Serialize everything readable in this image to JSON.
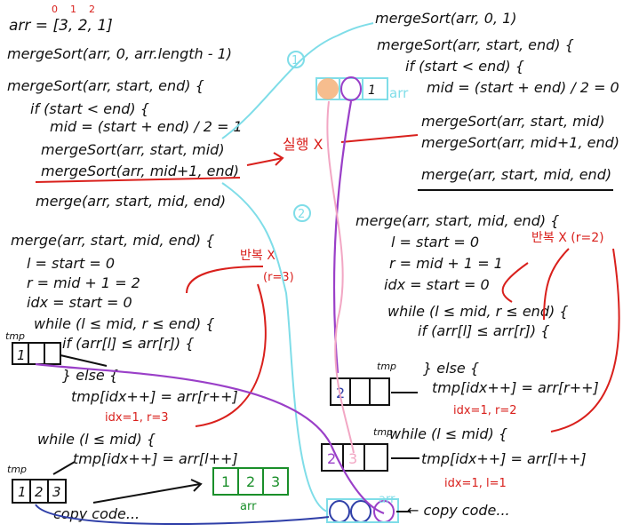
{
  "left": {
    "arr_line": "arr = [3, 2, 1]",
    "idx_labels": [
      "0",
      "1",
      "2"
    ],
    "call1": "mergeSort(arr, 0, arr.length - 1)",
    "fn_sig": "mergeSort(arr, start, end) {",
    "if_line": "if (start < end) {",
    "mid_line": "mid = (start + end) / 2 = 1",
    "rec1": "mergeSort(arr, start, mid)",
    "rec2": "mergeSort(arr, mid+1, end)",
    "merge_call": "merge(arr, start, mid, end)",
    "merge_sig": "merge(arr, start, mid, end) {",
    "l_line": "l = start = 0",
    "r_line": "r = mid + 1 = 2",
    "idx_line": "idx = start = 0",
    "while_line": "while (l ≤ mid, r ≤ end) {",
    "if_cmp": "if (arr[l] ≤ arr[r]) {",
    "else_line": "} else {",
    "tmp_assign": "tmp[idx++] = arr[r++]",
    "while2": "while (l ≤ mid) {",
    "tmp_assign2": "tmp[idx++] = arr[l++]",
    "copy": "copy code...",
    "tmp_label": "tmp",
    "tmp_top_vals": [
      "1",
      "",
      ""
    ],
    "tmp_bottom_vals": [
      "1",
      "2",
      "3"
    ],
    "arr_label": "arr",
    "arr_box_vals": [
      "1",
      "2",
      "3"
    ]
  },
  "right": {
    "call": "mergeSort(arr, 0, 1)",
    "fn_sig": "mergeSort(arr, start, end) {",
    "if_line": "if (start < end) {",
    "mid_line": "mid = (start + end) / 2 = 0",
    "rec1": "mergeSort(arr, start, mid)",
    "rec2": "mergeSort(arr, mid+1, end)",
    "merge_call": "merge(arr, start, mid, end)",
    "merge_sig": "merge(arr, start, mid, end) {",
    "l_line": "l = start = 0",
    "r_line": "r = mid + 1 = 1",
    "idx_line": "idx = start = 0",
    "while_line": "while (l ≤ mid, r ≤ end) {",
    "if_cmp": "if (arr[l] ≤ arr[r]) {",
    "else_line": "} else {",
    "tmp_assign": "tmp[idx++] = arr[r++]",
    "while2": "while (l ≤ mid) {",
    "tmp_assign2": "tmp[idx++] = arr[l++]",
    "copy": "← copy code...",
    "tmp_label": "tmp",
    "arr_label": "arr",
    "arr_top_val": "1",
    "tmp_box1": [
      "2",
      "",
      ""
    ],
    "tmp_box2": [
      "2",
      "3",
      ""
    ]
  },
  "notes": {
    "circle1": "1",
    "circle2": "2",
    "no_exec": "실행 X",
    "repeat_left": "반복 X",
    "repeat_left_sub": "(r=3)",
    "repeat_right": "반복 X (r=2)",
    "red_left_1": "idx=1, r=3",
    "red_right_1": "idx=1, r=2",
    "red_right_2": "idx=1, l=1",
    "red_small_1": "0",
    "red_small_2": "1",
    "red_small_3": "2"
  }
}
